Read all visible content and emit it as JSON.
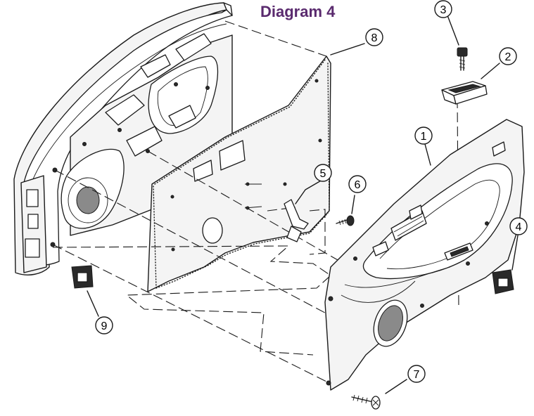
{
  "title": "Diagram 4",
  "title_color": "#5a2a6e",
  "callouts": [
    {
      "id": "c1",
      "label": "1",
      "part": "door trim panel"
    },
    {
      "id": "c2",
      "label": "2",
      "part": "pull handle bezel"
    },
    {
      "id": "c3",
      "label": "3",
      "part": "bezel screw"
    },
    {
      "id": "c4",
      "label": "4",
      "part": "retainer clip"
    },
    {
      "id": "c5",
      "label": "5",
      "part": "mounting bracket"
    },
    {
      "id": "c6",
      "label": "6",
      "part": "bracket screw"
    },
    {
      "id": "c7",
      "label": "7",
      "part": "trim panel screw"
    },
    {
      "id": "c8",
      "label": "8",
      "part": "water shield"
    },
    {
      "id": "c9",
      "label": "9",
      "part": "retainer clip"
    }
  ]
}
